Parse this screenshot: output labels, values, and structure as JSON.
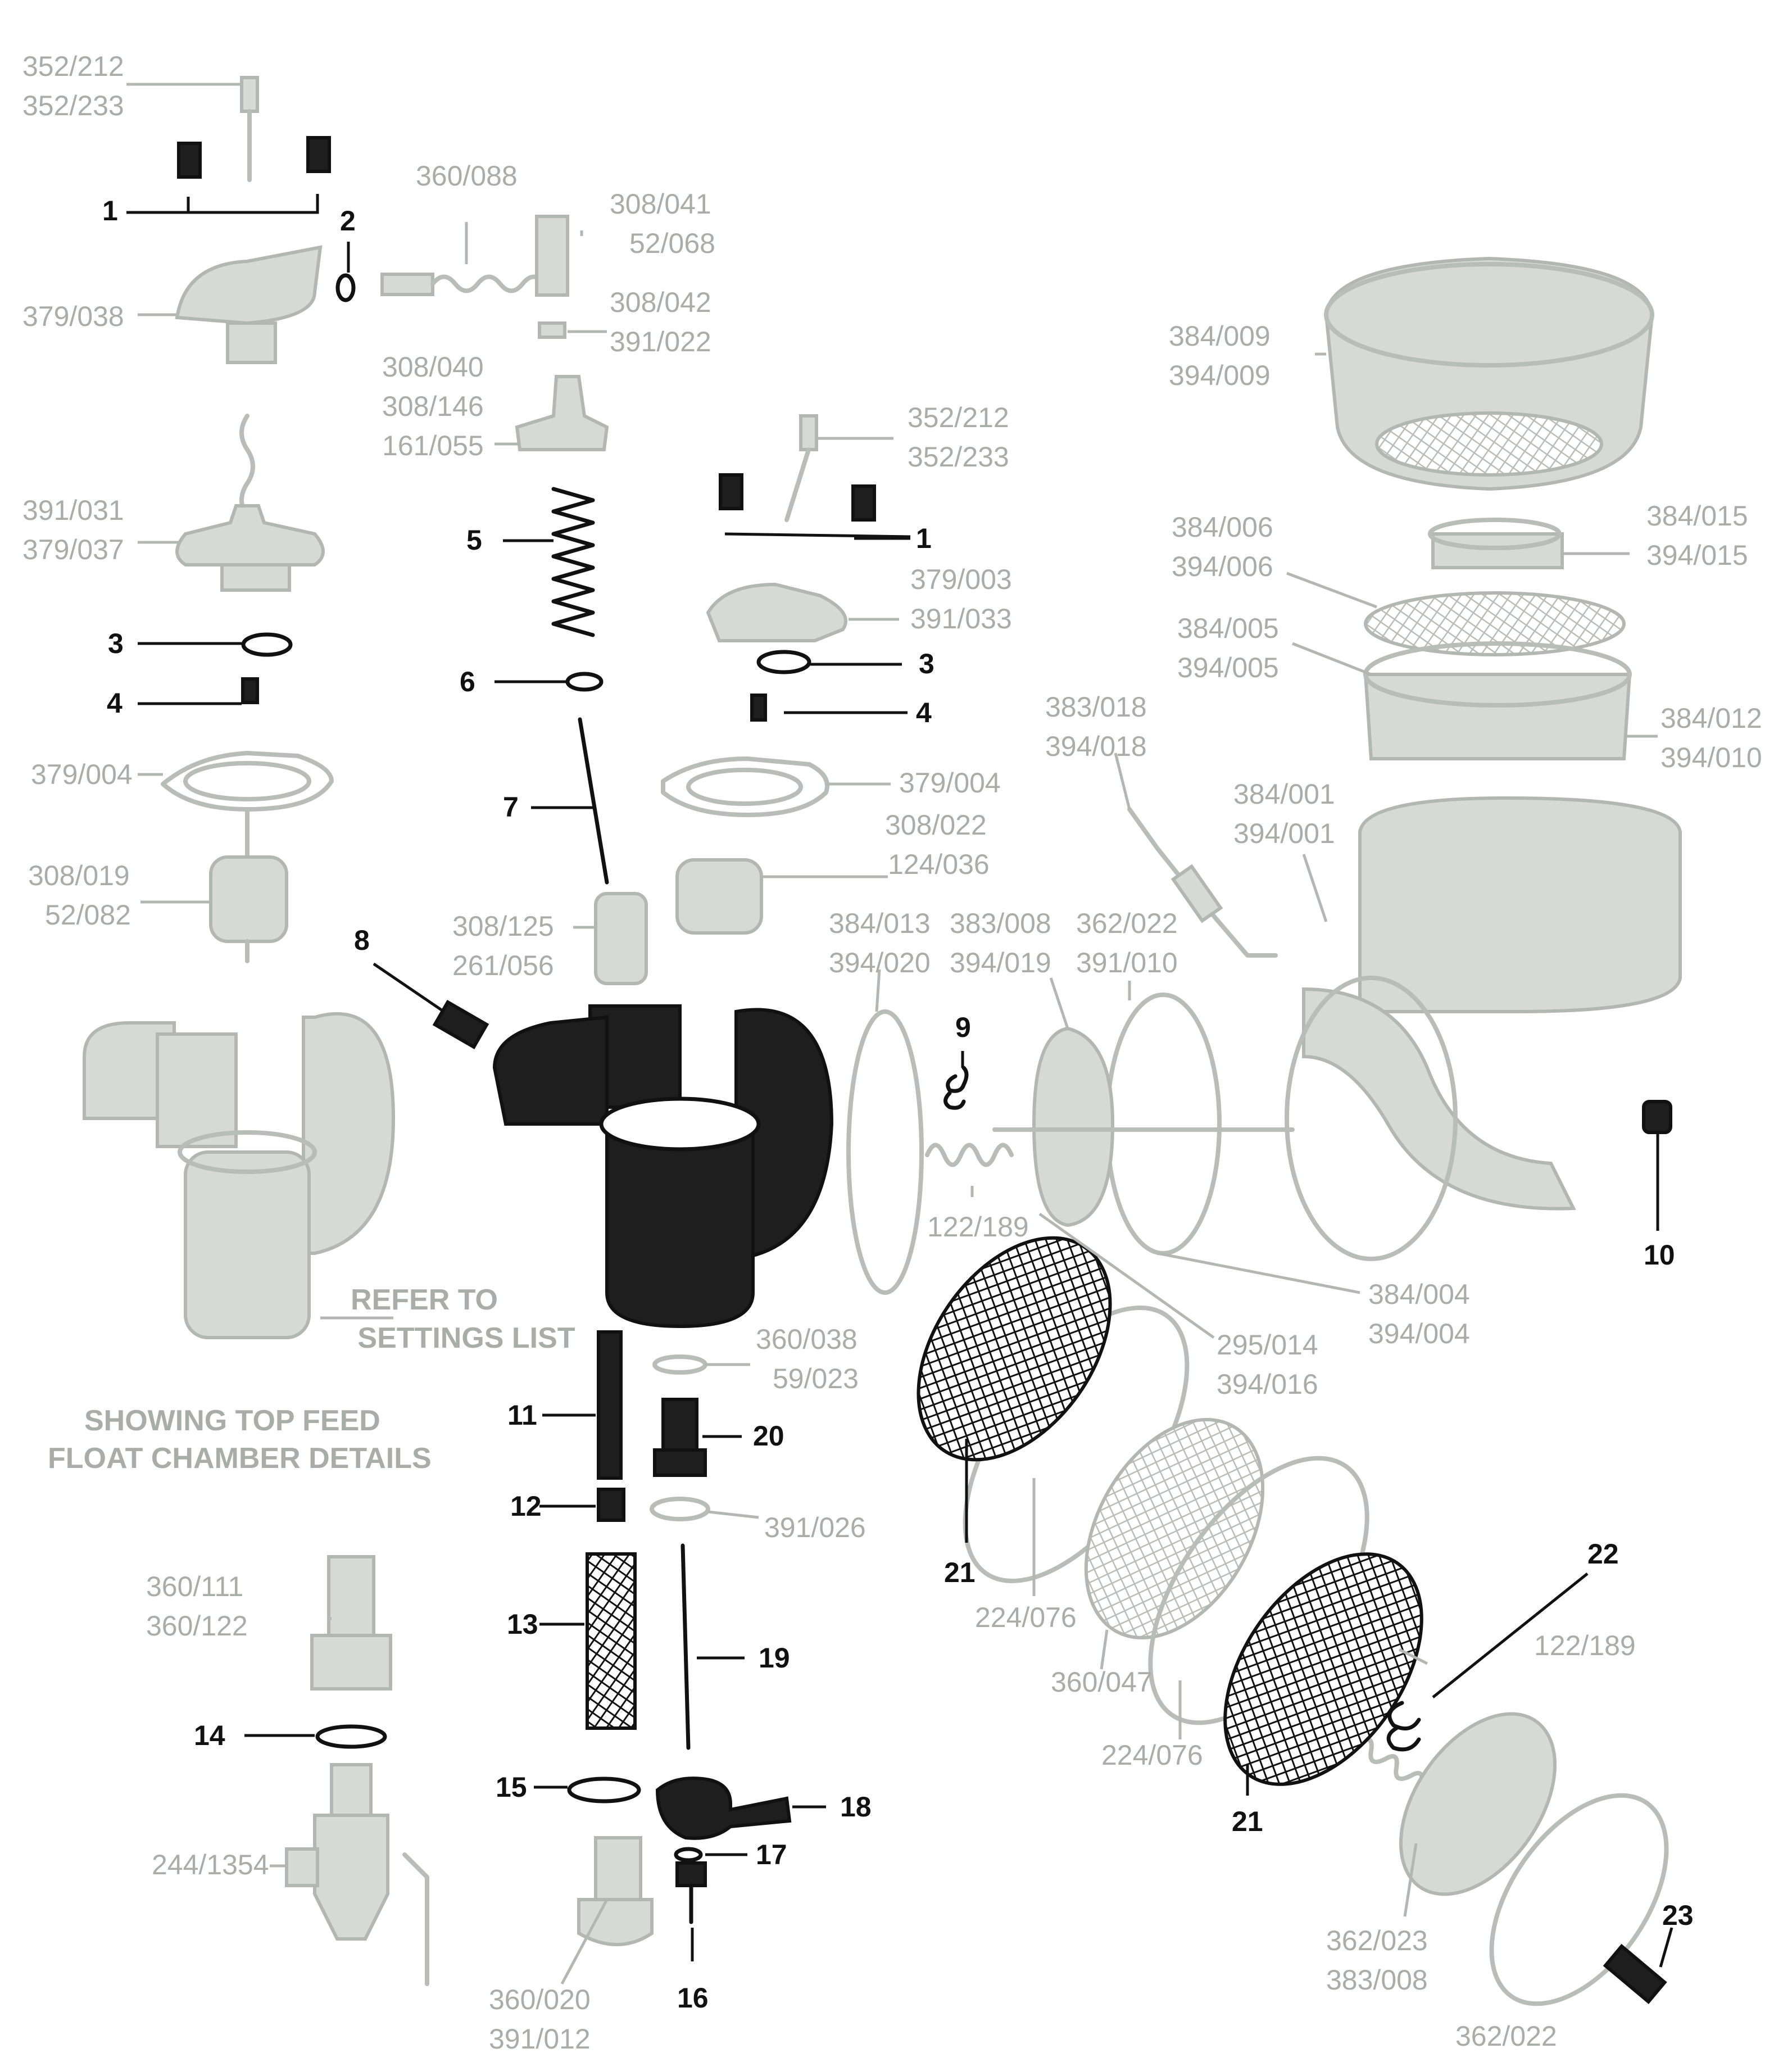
{
  "codes": {
    "c_352_212_a": "352/212",
    "c_352_233_a": "352/233",
    "c_360_088": "360/088",
    "c_308_041": "308/041",
    "c_52_068": "52/068",
    "c_379_038": "379/038",
    "c_308_042": "308/042",
    "c_391_022": "391/022",
    "c_308_040": "308/040",
    "c_308_146": "308/146",
    "c_161_055": "161/055",
    "c_352_212_b": "352/212",
    "c_352_233_b": "352/233",
    "c_391_031": "391/031",
    "c_379_037": "379/037",
    "c_379_003": "379/003",
    "c_391_033": "391/033",
    "c_379_004_a": "379/004",
    "c_379_004_b": "379/004",
    "c_308_022": "308/022",
    "c_124_036": "124/036",
    "c_308_019": "308/019",
    "c_52_082": "52/082",
    "c_308_125": "308/125",
    "c_261_056": "261/056",
    "c_384_013": "384/013",
    "c_394_020": "394/020",
    "c_383_008_a": "383/008",
    "c_394_019": "394/019",
    "c_362_022_a": "362/022",
    "c_391_010": "391/010",
    "c_122_189_a": "122/189",
    "c_384_009": "384/009",
    "c_394_009": "394/009",
    "c_384_006": "384/006",
    "c_394_006": "394/006",
    "c_384_015": "384/015",
    "c_394_015": "394/015",
    "c_384_005": "384/005",
    "c_394_005": "394/005",
    "c_383_018": "383/018",
    "c_394_018": "394/018",
    "c_384_012": "384/012",
    "c_394_010": "394/010",
    "c_384_001": "384/001",
    "c_394_001": "394/001",
    "c_384_004": "384/004",
    "c_394_004": "394/004",
    "c_295_014": "295/014",
    "c_394_016": "394/016",
    "c_360_038": "360/038",
    "c_59_023": "59/023",
    "c_391_026": "391/026",
    "c_360_111": "360/111",
    "c_360_122": "360/122",
    "c_244_1354": "244/1354",
    "c_360_020": "360/020",
    "c_391_012": "391/012",
    "c_224_076_a": "224/076",
    "c_360_047": "360/047",
    "c_224_076_b": "224/076",
    "c_122_189_b": "122/189",
    "c_362_023": "362/023",
    "c_383_008_b": "383/008",
    "c_362_022_b": "362/022"
  },
  "numbers": {
    "n1a": "1",
    "n2": "2",
    "n3a": "3",
    "n4a": "4",
    "n5": "5",
    "n6": "6",
    "n7": "7",
    "n8": "8",
    "n1b": "1",
    "n3b": "3",
    "n4b": "4",
    "n9": "9",
    "n10": "10",
    "n11": "11",
    "n12": "12",
    "n13": "13",
    "n14": "14",
    "n15": "15",
    "n16": "16",
    "n17": "17",
    "n18": "18",
    "n19": "19",
    "n20": "20",
    "n21a": "21",
    "n21b": "21",
    "n22": "22",
    "n23": "23"
  },
  "notes": {
    "refer_line1": "REFER TO",
    "refer_line2": "SETTINGS LIST",
    "showing_line1": "SHOWING TOP FEED",
    "showing_line2": "FLOAT CHAMBER DETAILS"
  },
  "colors": {
    "current_parts": "#111111",
    "reference_parts": "#b3b7b3",
    "background": "#ffffff"
  }
}
